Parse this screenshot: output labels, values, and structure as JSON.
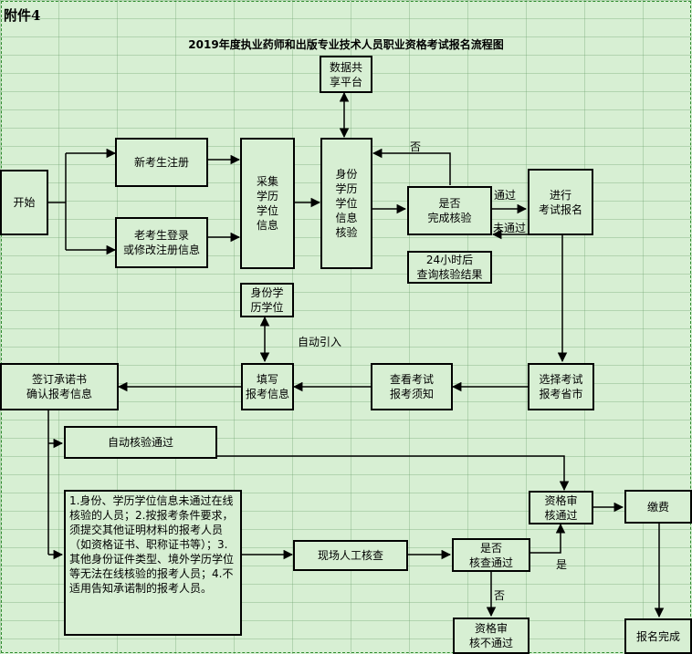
{
  "annex": "附件4",
  "title": "2019年度执业药师和出版专业技术人员职业资格考试报名流程图",
  "nodes": {
    "start": "开始",
    "new_register": "新考生注册",
    "old_login": "老考生登录\n或修改注册信息",
    "collect_info": "采集\n学历\n学位\n信息",
    "verify_info": "身份\n学历\n学位\n信息\n核验",
    "data_share": "数据共\n享平台",
    "check_done": "是否\n完成核验",
    "query_24h": "24小时后\n查询核验结果",
    "register_exam": "进行\n考试报名",
    "id_edu_degree": "身份学\n历学位",
    "select_exam": "选择考试\n报考省市",
    "view_notice": "查看考试\n报考须知",
    "fill_info": "填写\n报考信息",
    "sign_commit": "签订承诺书\n确认报考信息",
    "auto_pass": "自动核验通过",
    "conditions": "1.身份、学历学位信息未通过在线核验的人员；2.按报考条件要求，须提交其他证明材料的报考人员（如资格证书、职称证书等）；3.其他身份证件类型、境外学历学位等无法在线核验的报考人员；4.不适用告知承诺制的报考人员。",
    "onsite_check": "现场人工核查",
    "check_pass": "是否\n核查通过",
    "qual_pass": "资格审\n核通过",
    "pay": "缴费",
    "qual_fail": "资格审\n核不通过",
    "done": "报名完成"
  },
  "edge_labels": {
    "no_top": "否",
    "pass": "通过",
    "fail": "未通过",
    "auto_import": "自动引入",
    "yes": "是",
    "no_bottom": "否"
  }
}
